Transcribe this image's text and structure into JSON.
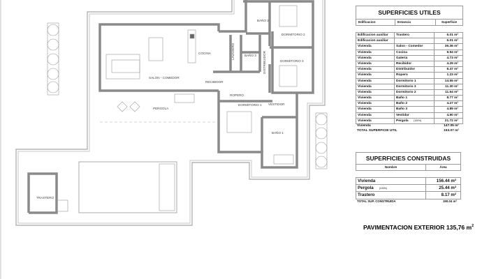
{
  "plan": {
    "rooms": {
      "bano2": "BAÑO 2",
      "dormitorio2": "DORMITORIO 2",
      "cocina": "COCINA",
      "lavadero": "LAVADERO",
      "bano3": "BAÑO 3",
      "distribuidor": "DISTRIBUIDOR",
      "dormitorio3": "DORMITORIO 3",
      "salon": "SALON - COMEDOR",
      "recibidor": "RECIBIDOR",
      "ropero": "ROPERO",
      "pergola": "PERGOLA",
      "dormitorio1": "DORMITORIO 1",
      "vestidor": "VESTIDOR",
      "bano1": "BAÑO 1",
      "trastero": "TRASTERO"
    },
    "line_color": "#9a9a9a",
    "wall_color": "#bdbdbd"
  },
  "superficies_utiles": {
    "title": "SUPERFICIES UTILES",
    "headers": [
      "Edificacion",
      "Estancia",
      "Superficie"
    ],
    "rows": [
      [
        "Edificacion auxiliar",
        "Trastero",
        "6.01 m²"
      ],
      [
        "Edificacion auxiliar",
        "",
        "6.01 m²"
      ],
      [
        "Vivienda",
        "Salon - Comedor",
        "36.36 m²"
      ],
      [
        "Vivienda",
        "Cocina",
        "9.94 m²"
      ],
      [
        "Vivienda",
        "Galeria",
        "4.73 m²"
      ],
      [
        "Vivienda",
        "Recibidor",
        "4.29 m²"
      ],
      [
        "Vivienda",
        "Distribuidor",
        "8.47 m²"
      ],
      [
        "Vivienda",
        "Ropero",
        "1.23 m²"
      ],
      [
        "Vivienda",
        "Dormitorio 1",
        "14.55 m²"
      ],
      [
        "Vivienda",
        "Dormitorio 3",
        "11.30 m²"
      ],
      [
        "Vivienda",
        "Dormitorio 2",
        "11.64 m²"
      ],
      [
        "Vivienda",
        "Baño 1",
        "8.77 m²"
      ],
      [
        "Vivienda",
        "Baño 2",
        "4.27 m²"
      ],
      [
        "Vivienda",
        "Baño 3",
        "4.89 m²"
      ],
      [
        "Vivienda",
        "Vestidor",
        "4.90 m²"
      ],
      [
        "Vivienda",
        "Pergola",
        "21.72 m²"
      ]
    ],
    "pergola_note": "(100%)",
    "subtotal": {
      "label": "Vivienda",
      "value": "147.05 m²"
    },
    "total": {
      "label": "TOTAL SUPERFICIE UTIL",
      "value": "153.07 m²"
    }
  },
  "superficies_construidas": {
    "title": "SUPERFICIES CONSTRUIDAS",
    "headers": [
      "Nombre",
      "Área"
    ],
    "rows": [
      {
        "name": "Vivienda",
        "note": "",
        "value": "156.44 m²"
      },
      {
        "name": "Pergola",
        "note": "(100%)",
        "value": "25.44 m²"
      },
      {
        "name": "Trastero",
        "note": "",
        "value": "8.17 m²"
      }
    ],
    "total": {
      "label": "TOTAL SUP. CONSTRUIDA",
      "value": "190.04 m²"
    }
  },
  "pavimentacion": {
    "label": "PAVIMENTACION EXTERIOR 135,76 m",
    "sup": "2"
  }
}
